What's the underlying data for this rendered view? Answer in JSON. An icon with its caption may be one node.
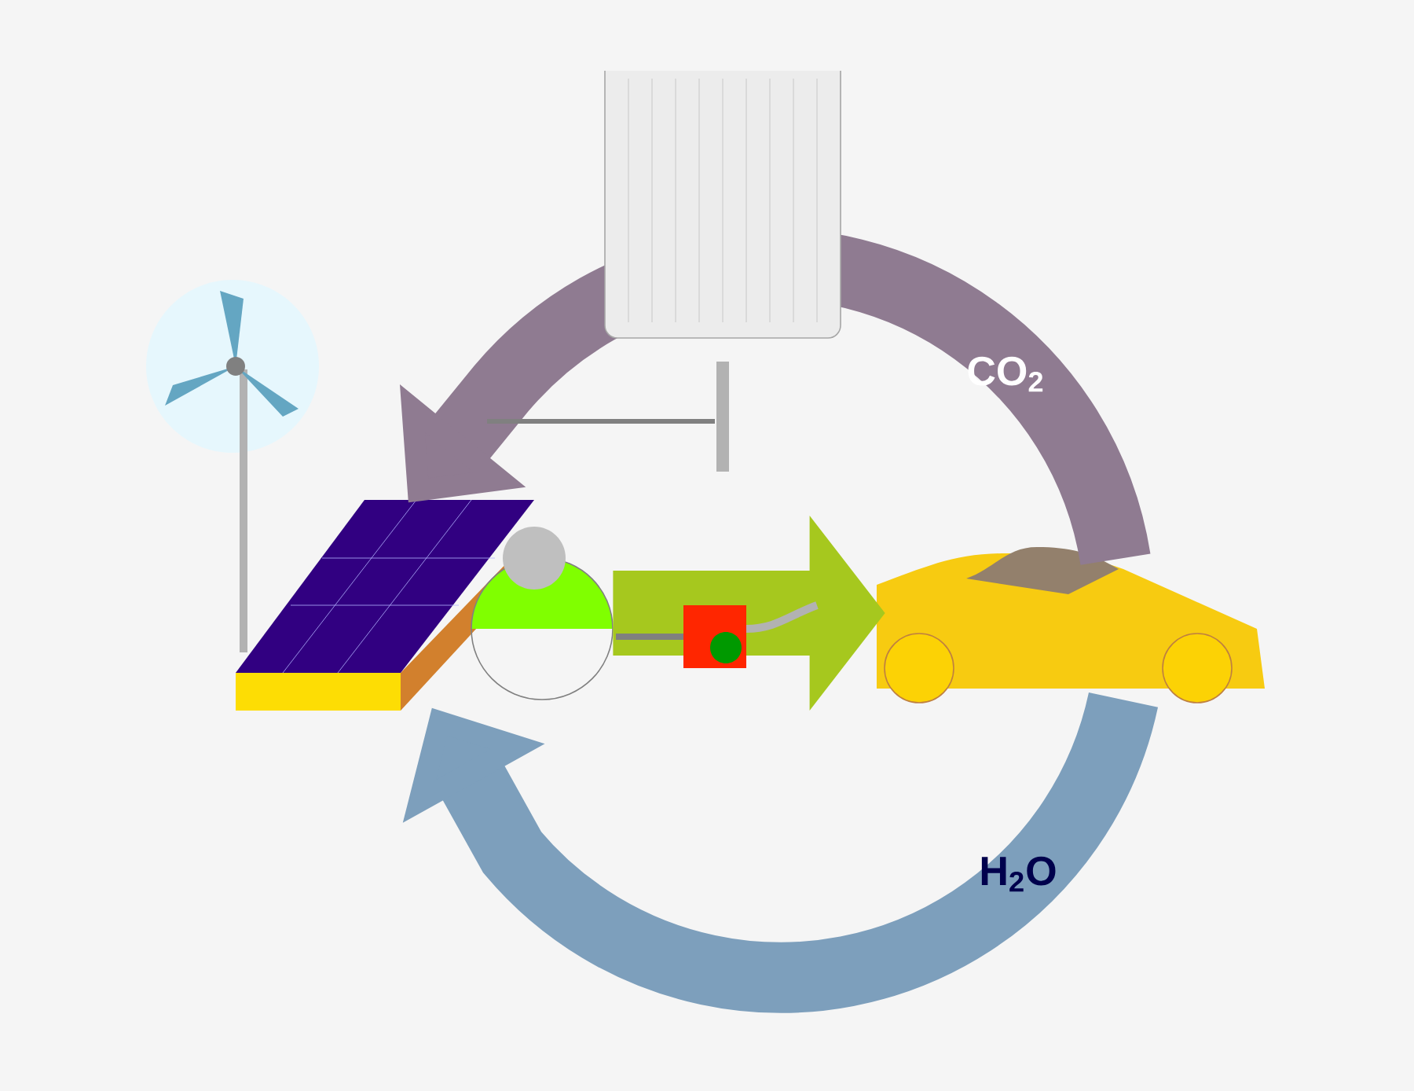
{
  "diagram": {
    "nodes": [
      {
        "text": [],
        "shape": "picture"
      },
      {
        "text": [],
        "shape": "picture"
      }
    ],
    "edges": [
      {
        "from": 0,
        "to": 1,
        "arrow": "to",
        "color": "#a6c81e"
      },
      {
        "from": 1,
        "to": 0,
        "arrow": "to",
        "label": "CO$_{2}$",
        "color": "#8f7b91"
      },
      {
        "from": 1,
        "to": 0,
        "arrow": "to",
        "label": "H$_{2}$O",
        "color": "#7d9fbc"
      }
    ]
  }
}
